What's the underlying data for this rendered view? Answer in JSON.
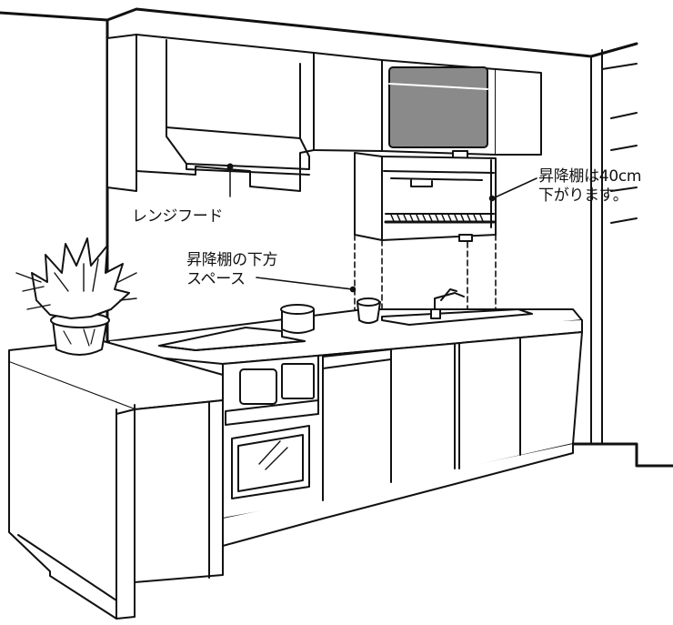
{
  "labels": {
    "range_hood": "レンジフード",
    "space_line1": "昇降棚の下方",
    "space_line2": "スペース",
    "shelf_line1": "昇降棚は40cm",
    "shelf_line2": "下がります。"
  }
}
